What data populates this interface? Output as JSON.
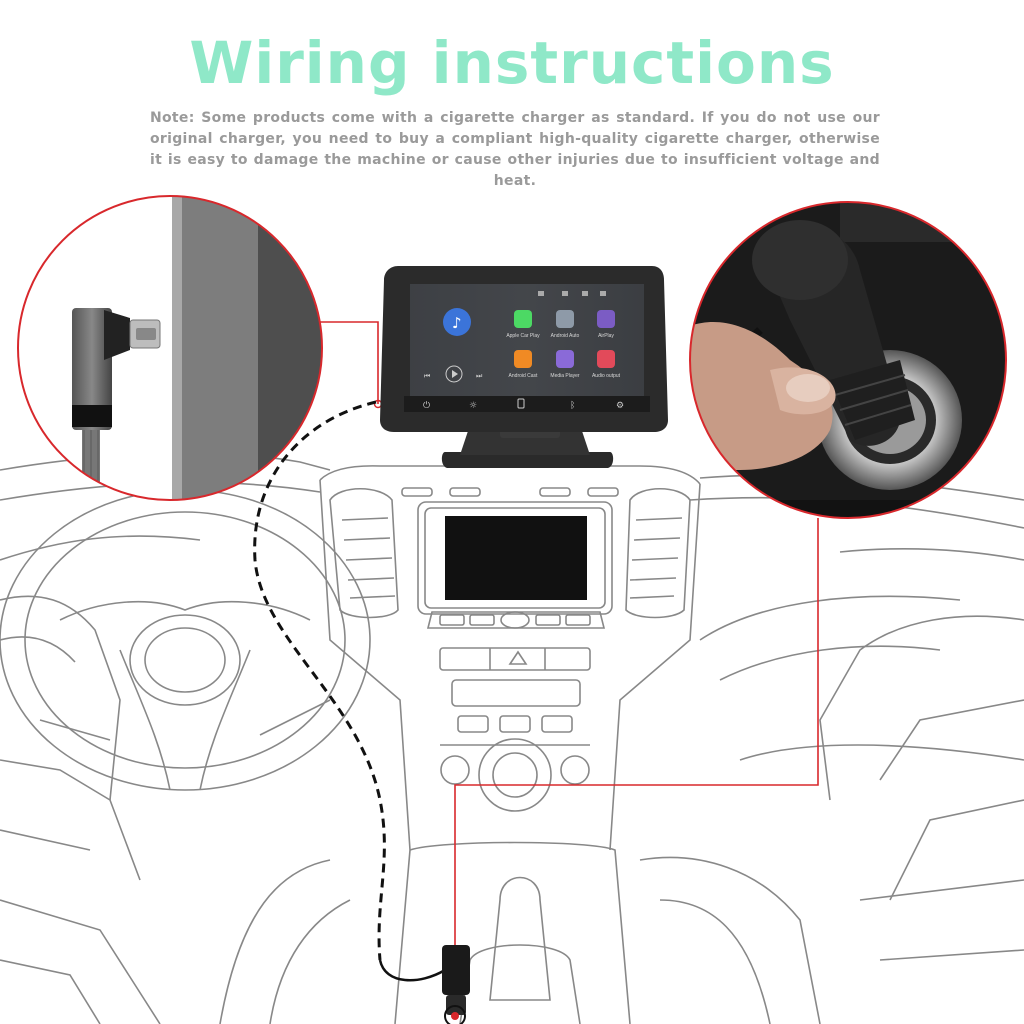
{
  "header": {
    "title": "Wiring instructions",
    "note": "Note: Some products come with a cigarette charger as standard. If you do not use our original charger, you need to buy a compliant high-quality cigarette charger, otherwise it is easy to damage the machine or cause other injuries due to insufficient voltage and heat."
  },
  "device_screen": {
    "apps": [
      {
        "label": "Apple Car Play",
        "color": "#4cd964"
      },
      {
        "label": "Android Auto",
        "color": "#8e9aa8"
      },
      {
        "label": "AirPlay",
        "color": "#7b5cc4"
      },
      {
        "label": "Android Cast",
        "color": "#f08a24"
      },
      {
        "label": "Media Player",
        "color": "#8a6ad8"
      },
      {
        "label": "Audio output",
        "color": "#e24a5a"
      }
    ],
    "music_icon_color": "#3b74d9"
  },
  "colors": {
    "title": "#8fe8c8",
    "note": "#9a9a9a",
    "leader_line": "#d8282c",
    "cable": "#111111",
    "outline": "#888888"
  }
}
